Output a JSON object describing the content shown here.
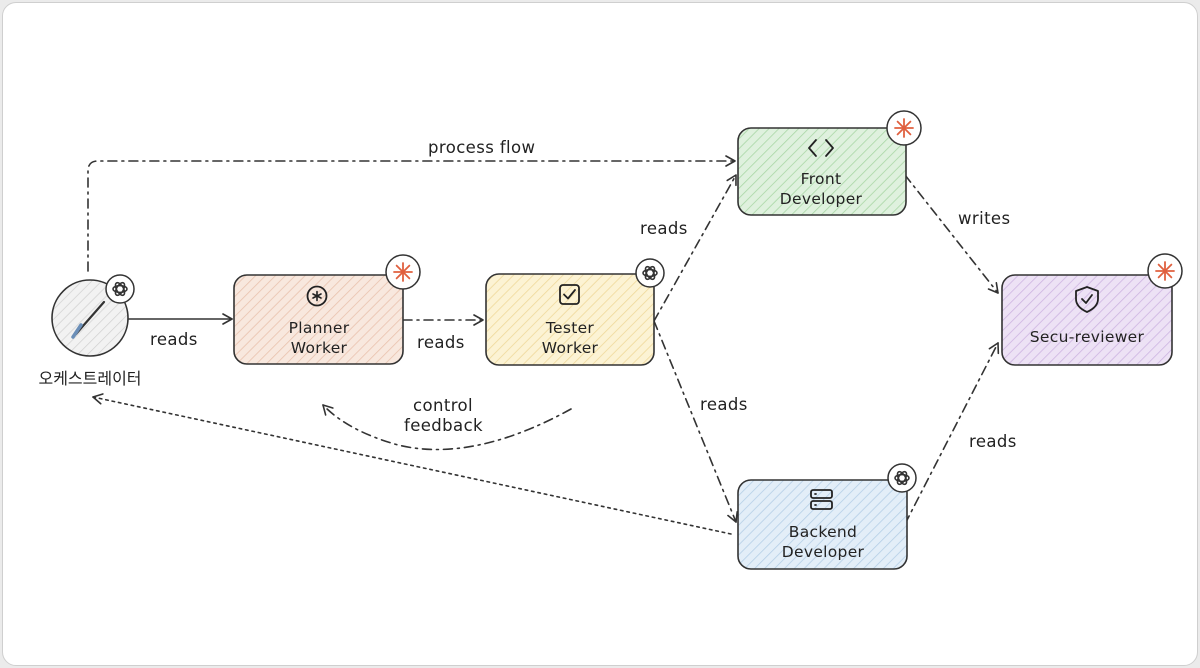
{
  "orchestrator": {
    "label": "오케스트레이터",
    "icon": "paintbrush-icon",
    "badge": "openai-icon"
  },
  "nodes": {
    "planner": {
      "line1": "Planner",
      "line2": "Worker",
      "icon": "asterisk-icon",
      "badge": "claude-icon",
      "color": "#f6e3d8"
    },
    "tester": {
      "line1": "Tester",
      "line2": "Worker",
      "icon": "checkbox-icon",
      "badge": "openai-icon",
      "color": "#fbf0cc"
    },
    "front": {
      "line1": "Front",
      "line2": "Developer",
      "icon": "code-brackets-icon",
      "badge": "claude-icon",
      "color": "#d7eed6"
    },
    "backend": {
      "line1": "Backend",
      "line2": "Developer",
      "icon": "server-icon",
      "badge": "openai-icon",
      "color": "#dceaf6"
    },
    "secu": {
      "line1": "Secu-reviewer",
      "icon": "shield-check-icon",
      "badge": "claude-icon",
      "color": "#e8dcf2"
    }
  },
  "edges": {
    "process_flow": "process flow",
    "orch_to_planner": "reads",
    "planner_to_tester": "reads",
    "tester_to_front": "reads",
    "tester_to_backend": "reads",
    "front_to_secu": "writes",
    "backend_to_secu": "reads",
    "feedback_line1": "control",
    "feedback_line2": "feedback"
  },
  "colors": {
    "claude_badge": "#e0603f",
    "stroke": "#333333"
  }
}
